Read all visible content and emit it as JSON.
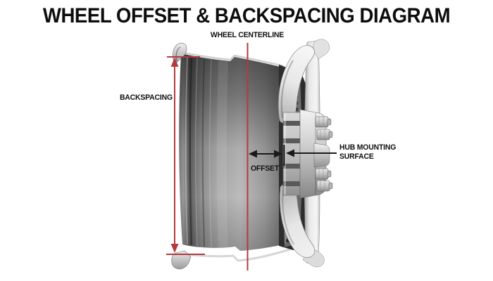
{
  "title": "WHEEL OFFSET & BACKSPACING DIAGRAM",
  "annotations": {
    "centerline_label": "WHEEL CENTERLINE",
    "backspacing_label": "BACKSPACING",
    "offset_label": "OFFSET",
    "hub_mounting_label_line1": "HUB MOUNTING",
    "hub_mounting_label_line2": "SURFACE"
  },
  "colors": {
    "background": "#ffffff",
    "annotation_red": "#b43a3e",
    "annotation_black": "#1a1a1a",
    "text_color": "#0d0d0d"
  },
  "illustration": {
    "subject": "wheel-cross-section-3d-render",
    "parts": [
      "inner-barrel",
      "rim-flange-lips",
      "outer-rim-band",
      "spokes",
      "hub-mounting-pad",
      "hub-cylinder",
      "lug-studs"
    ]
  }
}
